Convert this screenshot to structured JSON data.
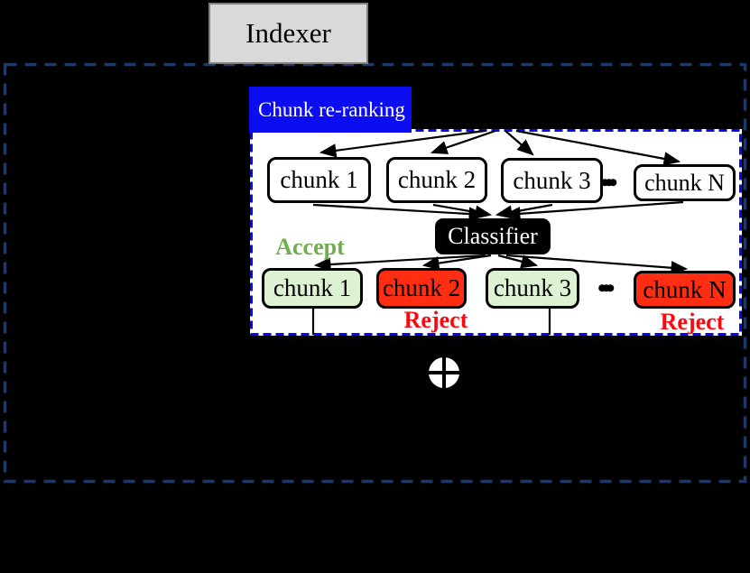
{
  "figure": {
    "indexer": {
      "label": "Indexer"
    },
    "reranking_tag": {
      "label": "Chunk re-ranking"
    },
    "top_row": {
      "chunks": [
        "chunk 1",
        "chunk 2",
        "chunk 3",
        "chunk N"
      ],
      "ellipsis": "•••"
    },
    "classifier": {
      "label": "Classifier"
    },
    "accept": {
      "label": "Accept"
    },
    "bottom_row": {
      "chunks": [
        {
          "label": "chunk 1",
          "status": "accept"
        },
        {
          "label": "chunk 2",
          "status": "reject"
        },
        {
          "label": "chunk 3",
          "status": "accept"
        },
        {
          "label": "chunk N",
          "status": "reject"
        }
      ],
      "ellipsis": "•••"
    },
    "reject_labels": [
      "Reject",
      "Reject"
    ],
    "icons": {
      "merge": "circled-plus"
    },
    "colors": {
      "background": "#000000",
      "outer_border": "#1f3864",
      "inner_border": "#0505fe",
      "tag_bg": "#0d0df2",
      "tag_text": "#ffffff",
      "panel_fill": "#ffffff",
      "box_border": "#000000",
      "chunk_fill": "#ffffff",
      "accept_fill": "#dcf2d2",
      "reject_fill": "#ff2d11",
      "accept_text": "#6fae4e",
      "reject_text": "#fa0a10",
      "classifier_bg": "#000000",
      "classifier_text": "#ffffff",
      "indexer_fill": "#d9d9d9",
      "indexer_border": "#7f7f7f"
    }
  }
}
